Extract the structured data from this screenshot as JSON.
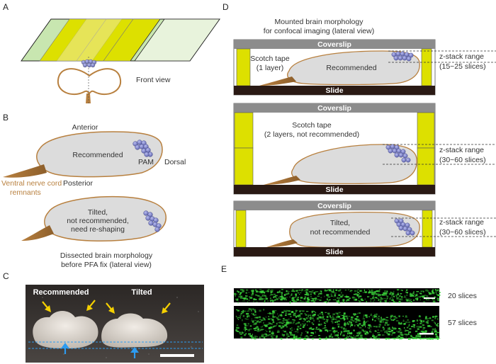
{
  "panels": {
    "a": {
      "letter": "A",
      "front_view": "Front view"
    },
    "b": {
      "letter": "B",
      "anterior": "Anterior",
      "posterior": "Posterior",
      "dorsal": "Dorsal",
      "recommended": "Recommended",
      "pam": "PAM",
      "ventral_line1": "Ventral nerve cord",
      "ventral_line2": "remnants",
      "tilted_line1": "Tilted,",
      "tilted_line2": "not recommended,",
      "tilted_line3": "need re-shaping",
      "caption_line1": "Dissected brain morphology",
      "caption_line2": "before PFA fix (lateral view)"
    },
    "c": {
      "letter": "C",
      "recommended": "Recommended",
      "tilted": "Tilted"
    },
    "d": {
      "letter": "D",
      "title_line1": "Mounted brain morphology",
      "title_line2": "for confocal imaging (lateral view)",
      "coverslip": "Coverslip",
      "slide": "Slide",
      "zstack_label": "z-stack range",
      "box1": {
        "tape_line1": "Scotch tape",
        "tape_line2": "(1 layer)",
        "brain_label": "Recommended",
        "range": "(15~25 slices)"
      },
      "box2": {
        "tape_line1": "Scotch tape",
        "tape_line2": "(2 layers, not recommended)",
        "range": "(30~60 slices)"
      },
      "box3": {
        "brain_line1": "Tilted,",
        "brain_line2": "not recommended",
        "range": "(30~60 slices)"
      }
    },
    "e": {
      "letter": "E",
      "strip1": "20 slices",
      "strip2": "57 slices"
    }
  },
  "colors": {
    "tape_yellow": "#dde000",
    "slide_glass": "#c8e6b0",
    "brain_fill": "#dcdcdc",
    "brain_outline": "#b8803f",
    "coverslip": "#8c8c8c",
    "slide_bar": "#2a1a14",
    "pam_blue": "#8c90d0",
    "arrow_yellow": "#f5d000",
    "arrow_blue": "#2d9bf0",
    "green_signal": "#3ad23a"
  }
}
